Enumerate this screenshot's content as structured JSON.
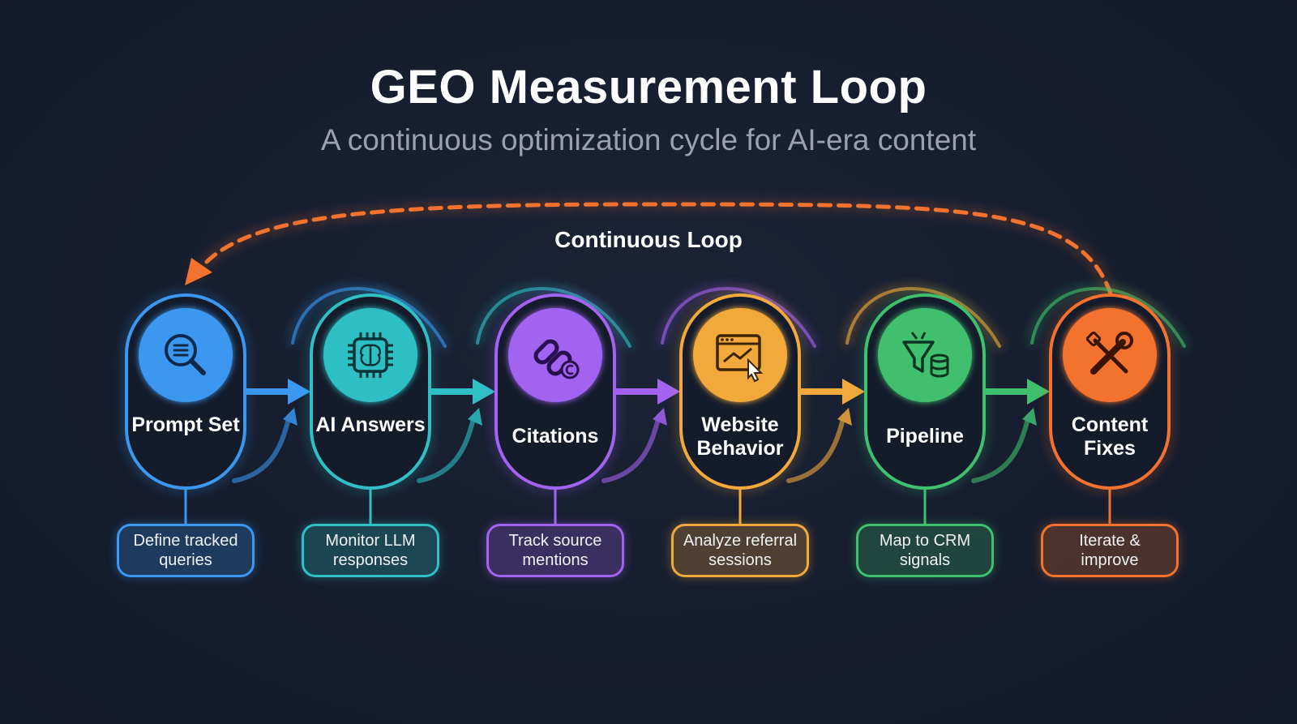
{
  "title": "GEO Measurement Loop",
  "subtitle": "A continuous optimization cycle for AI-era content",
  "loop_label": "Continuous Loop",
  "steps": [
    {
      "label": "Prompt Set",
      "icon": "search-document-icon",
      "color": "#3b97f0",
      "description": "Define tracked queries"
    },
    {
      "label": "AI Answers",
      "icon": "brain-chip-icon",
      "color": "#2fbfc4",
      "description": "Monitor LLM responses"
    },
    {
      "label": "Citations",
      "icon": "link-copyright-icon",
      "color": "#a263f0",
      "description": "Track source mentions"
    },
    {
      "label": "Website Behavior",
      "icon": "browser-analytics-icon",
      "color": "#f2a93b",
      "description": "Analyze referral sessions"
    },
    {
      "label": "Pipeline",
      "icon": "funnel-database-icon",
      "color": "#3fc06e",
      "description": "Map to CRM signals"
    },
    {
      "label": "Content Fixes",
      "icon": "tools-icon",
      "color": "#f2722e",
      "description": "Iterate & improve"
    }
  ]
}
